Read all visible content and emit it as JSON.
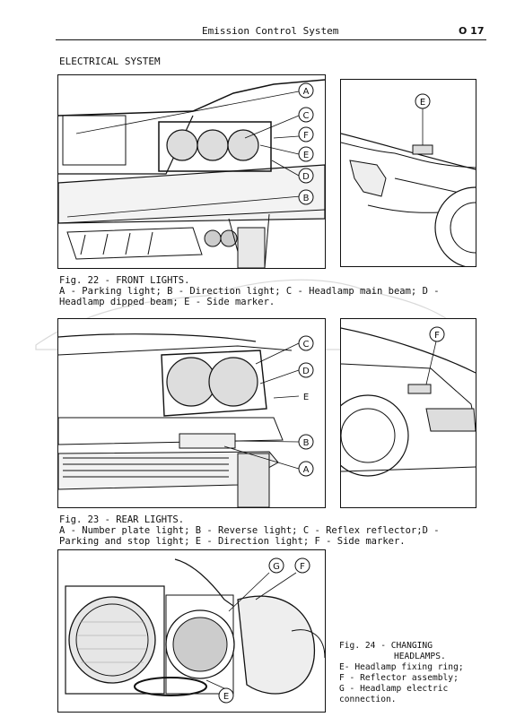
{
  "header": {
    "title": "Emission Control System",
    "page_number": "O 17"
  },
  "section_title": "ELECTRICAL SYSTEM",
  "figures": {
    "fig22": {
      "caption_line1": "Fig. 22 - FRONT LIGHTS.",
      "caption_line2": "A - Parking light; B - Direction light; C - Headlamp main beam; D -",
      "caption_line3": "Headlamp dipped beam; E - Side marker.",
      "callouts": [
        "A",
        "C",
        "F",
        "E",
        "D",
        "B"
      ],
      "inset_callouts": [
        "E"
      ]
    },
    "fig23": {
      "caption_line1": "Fig. 23 - REAR LIGHTS.",
      "caption_line2": "A - Number plate light; B - Reverse light; C - Reflex reflector;D -",
      "caption_line3": "Parking and stop light; E - Direction light; F - Side marker.",
      "callouts": [
        "C",
        "D",
        "E",
        "B",
        "A"
      ],
      "inset_callouts": [
        "F"
      ]
    },
    "fig24": {
      "caption_line1": "Fig. 24 - CHANGING",
      "caption_line2": "HEADLAMPS.",
      "caption_line3": "E- Headlamp fixing ring;",
      "caption_line4": "F - Reflector assembly;",
      "caption_line5": "G - Headlamp electric",
      "caption_line6": "connection.",
      "callouts": [
        "G",
        "F",
        "E"
      ]
    }
  }
}
